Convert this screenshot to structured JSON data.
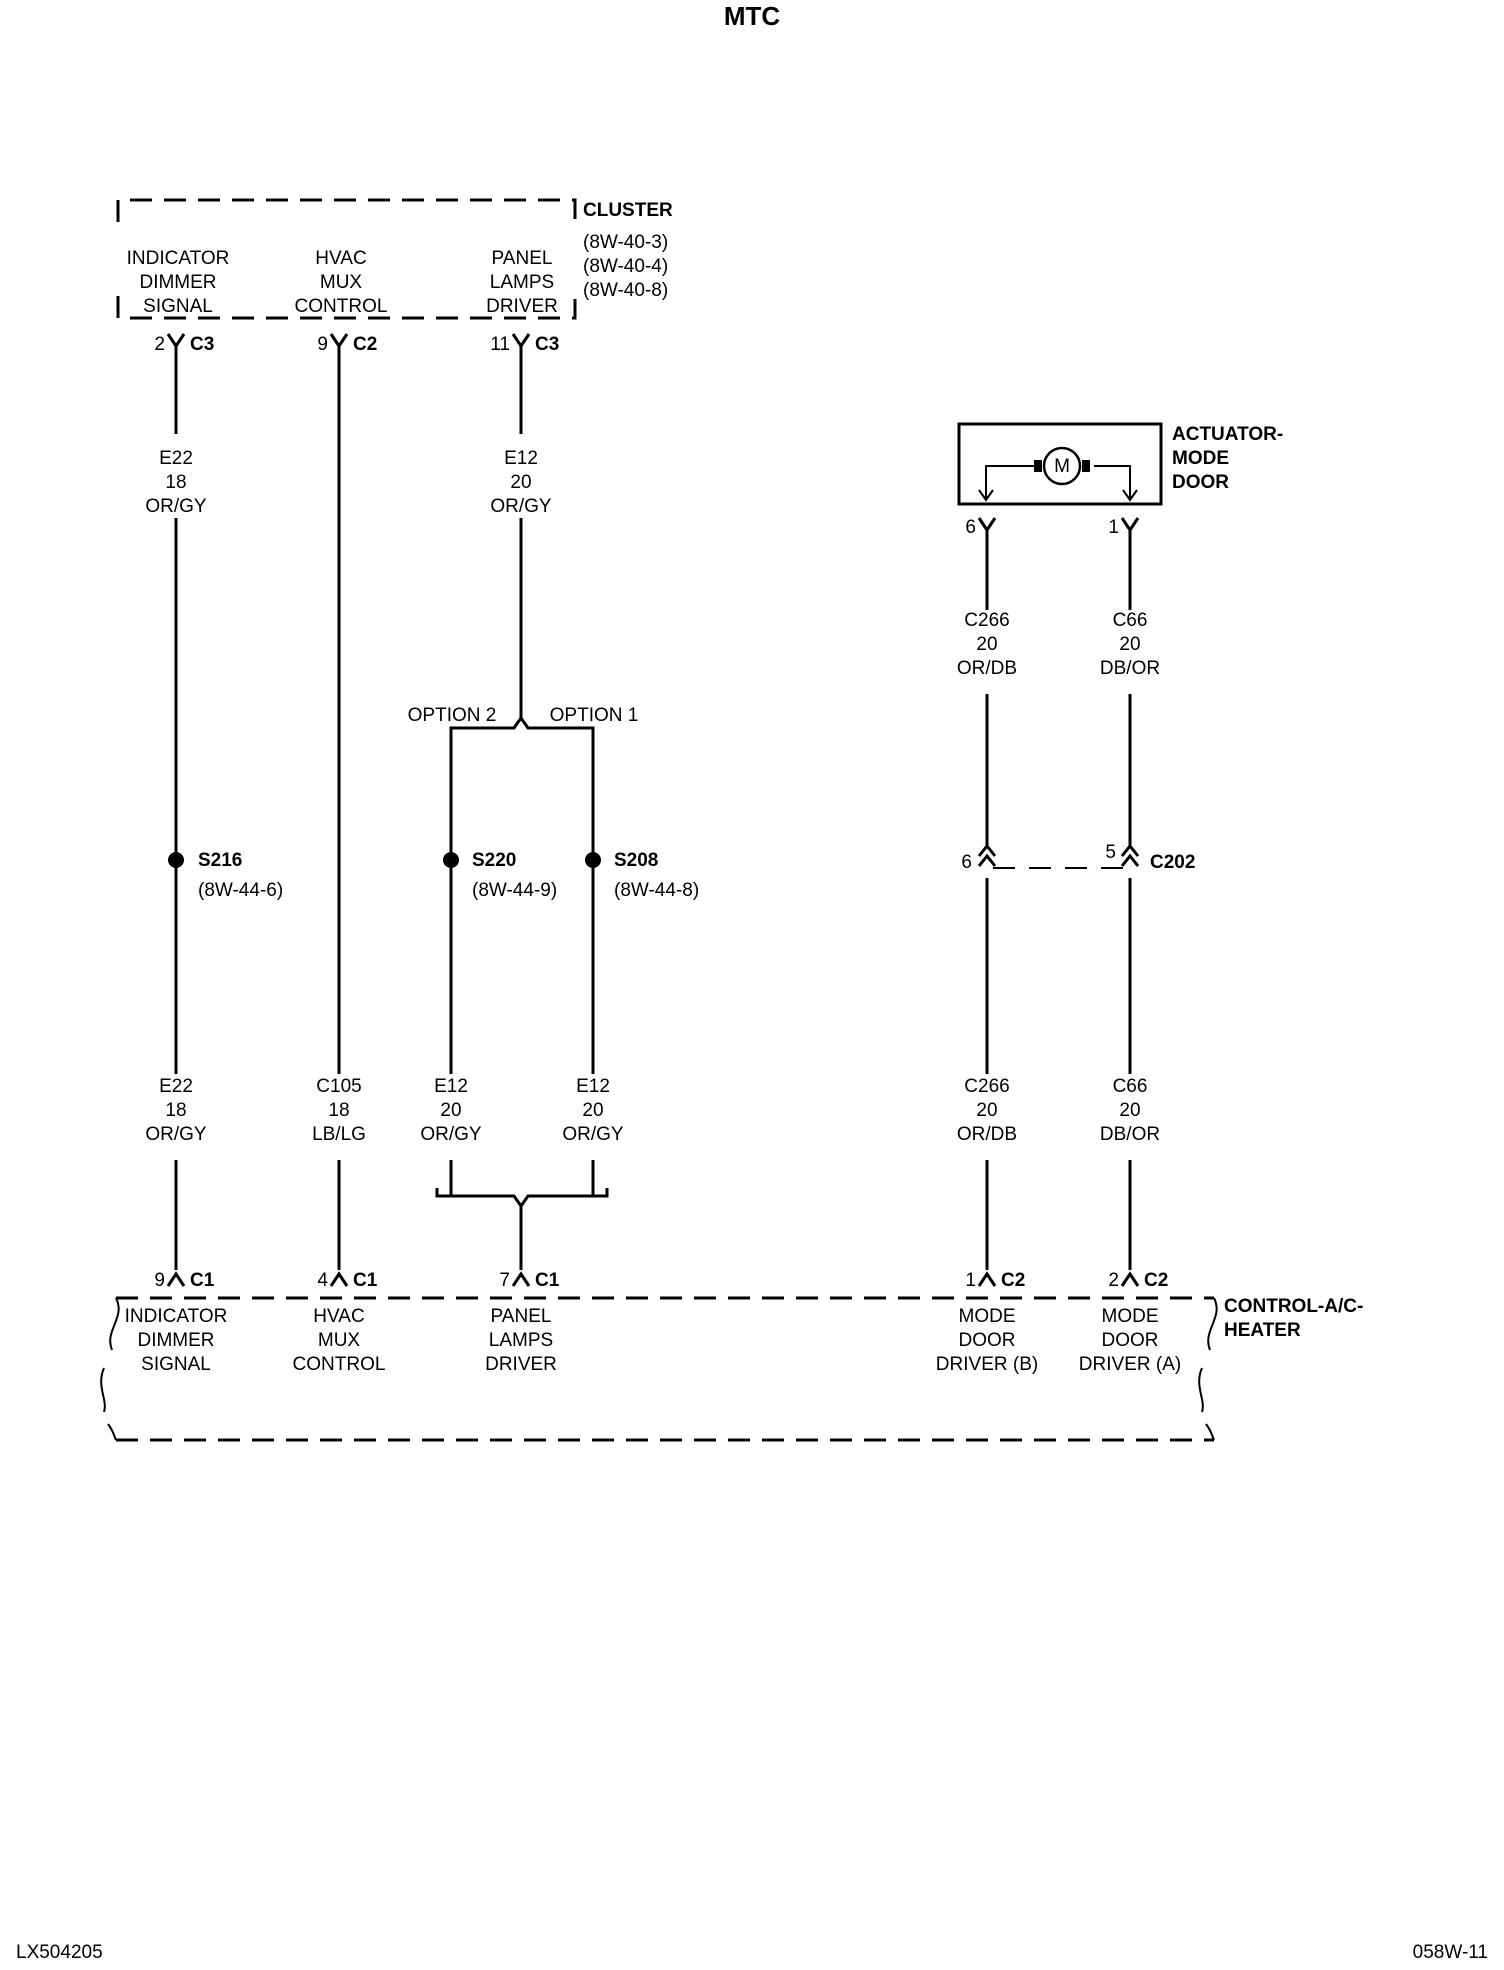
{
  "title": "MTC",
  "footer": {
    "left": "LX504205",
    "right": "058W-11"
  },
  "cluster": {
    "name": "CLUSTER",
    "refs": [
      "(8W-40-3)",
      "(8W-40-4)",
      "(8W-40-8)"
    ],
    "functions": [
      [
        "INDICATOR",
        "DIMMER",
        "SIGNAL"
      ],
      [
        "HVAC",
        "MUX",
        "CONTROL"
      ],
      [
        "PANEL",
        "LAMPS",
        "DRIVER"
      ]
    ],
    "pins": [
      {
        "pin": "2",
        "conn": "C3"
      },
      {
        "pin": "9",
        "conn": "C2"
      },
      {
        "pin": "11",
        "conn": "C3"
      }
    ]
  },
  "actuator": {
    "name_lines": [
      "ACTUATOR-",
      "MODE",
      "DOOR"
    ],
    "motor": "M",
    "pins": [
      {
        "pin": "6"
      },
      {
        "pin": "1"
      }
    ]
  },
  "upper_wires": [
    [
      "E22",
      "18",
      "OR/GY"
    ],
    [
      "E12",
      "20",
      "OR/GY"
    ],
    [
      "C266",
      "20",
      "OR/DB"
    ],
    [
      "C66",
      "20",
      "DB/OR"
    ]
  ],
  "options": [
    "OPTION 2",
    "OPTION 1"
  ],
  "splices": [
    {
      "id": "S216",
      "ref": "(8W-44-6)"
    },
    {
      "id": "S220",
      "ref": "(8W-44-9)"
    },
    {
      "id": "S208",
      "ref": "(8W-44-8)"
    }
  ],
  "c202": {
    "pin_left": "6",
    "pin_right": "5",
    "conn": "C202"
  },
  "lower_wires": [
    [
      "E22",
      "18",
      "OR/GY"
    ],
    [
      "C105",
      "18",
      "LB/LG"
    ],
    [
      "E12",
      "20",
      "OR/GY"
    ],
    [
      "E12",
      "20",
      "OR/GY"
    ],
    [
      "C266",
      "20",
      "OR/DB"
    ],
    [
      "C66",
      "20",
      "DB/OR"
    ]
  ],
  "control": {
    "name_lines": [
      "CONTROL-A/C-",
      "HEATER"
    ],
    "pins": [
      {
        "pin": "9",
        "conn": "C1"
      },
      {
        "pin": "4",
        "conn": "C1"
      },
      {
        "pin": "7",
        "conn": "C1"
      },
      {
        "pin": "1",
        "conn": "C2"
      },
      {
        "pin": "2",
        "conn": "C2"
      }
    ],
    "functions": [
      [
        "INDICATOR",
        "DIMMER",
        "SIGNAL"
      ],
      [
        "HVAC",
        "MUX",
        "CONTROL"
      ],
      [
        "PANEL",
        "LAMPS",
        "DRIVER"
      ],
      [
        "MODE",
        "DOOR",
        "DRIVER (B)"
      ],
      [
        "MODE",
        "DOOR",
        "DRIVER (A)"
      ]
    ]
  }
}
